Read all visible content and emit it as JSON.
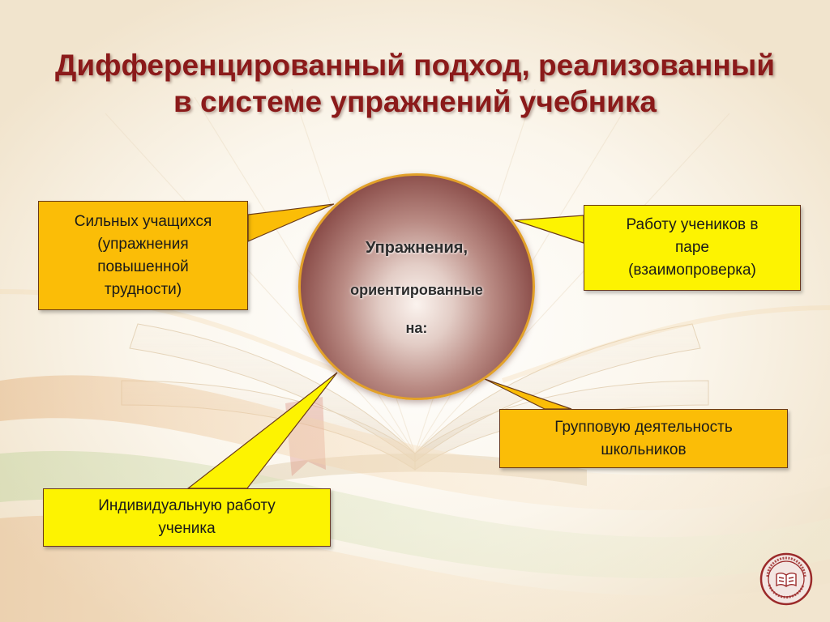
{
  "title": {
    "line1": "Дифференцированный подход, реализованный",
    "line2": "в системе упражнений учебника"
  },
  "center": {
    "line1": "Упражнения,",
    "line2": "ориентированные",
    "line3": "на:"
  },
  "callouts": {
    "strong_students": {
      "lines": [
        "Сильных учащихся",
        "(упражнения",
        "повышенной",
        "трудности)"
      ]
    },
    "pair_work": {
      "lines": [
        "Работу учеников в",
        "паре",
        "(взаимопроверка)"
      ]
    },
    "group_work": {
      "lines": [
        "Групповую деятельность",
        "школьников"
      ]
    },
    "individual_work": {
      "lines": [
        "Индивидуальную работу",
        "ученика"
      ]
    }
  },
  "colors": {
    "title": "#8b1a1a",
    "box_orange": "#fbbd07",
    "box_yellow": "#fdf301",
    "circle_border": "#e2a12a",
    "logo": "#9b2a2a"
  },
  "icons": {
    "logo": "publisher-logo-icon"
  }
}
